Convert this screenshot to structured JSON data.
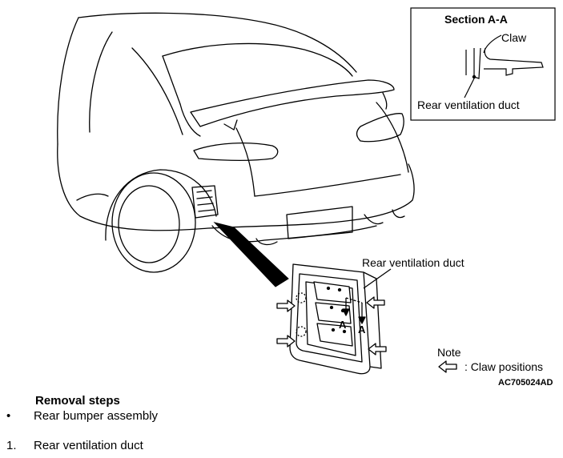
{
  "section": {
    "title": "Section A-A",
    "claw_label": "Claw",
    "duct_label": "Rear ventilation duct"
  },
  "callout": {
    "duct_label": "Rear ventilation duct",
    "section_marker": "A"
  },
  "note": {
    "title": "Note",
    "legend_text": ": Claw positions",
    "figure_code": "AC705024AD"
  },
  "removal": {
    "title": "Removal steps",
    "steps": [
      {
        "marker": "•",
        "text": "Rear bumper assembly"
      },
      {
        "marker": "1.",
        "text": "Rear ventilation duct"
      }
    ]
  },
  "colors": {
    "line": "#000000",
    "background": "#ffffff"
  },
  "icons": [
    "claw-position-arrow-icon"
  ]
}
